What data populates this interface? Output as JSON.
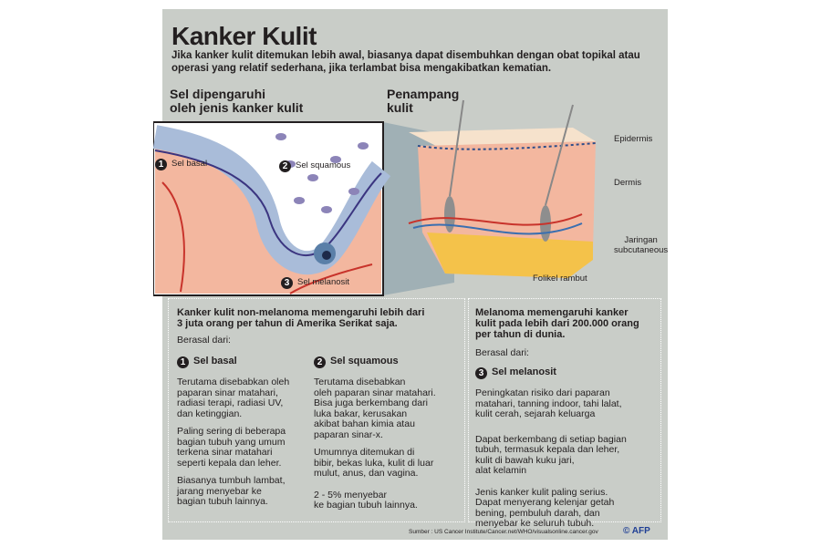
{
  "title": "Kanker Kulit",
  "subtitle": "Jika kanker kulit ditemukan lebih awal, biasanya dapat disembuhkan dengan obat topikal atau operasi yang relatif sederhana, jika terlambat bisa mengakibatkan kematian.",
  "cells_heading": [
    "Sel dipengaruhi",
    "oleh jenis kanker kulit"
  ],
  "skin_heading": [
    "Penampang",
    "kulit"
  ],
  "cell_labels": [
    {
      "num": "1",
      "label": "Sel basal"
    },
    {
      "num": "2",
      "label": "Sel squamous"
    },
    {
      "num": "3",
      "label": "Sel melanosit"
    }
  ],
  "skin_labels": {
    "epidermis": "Epidermis",
    "dermis": "Dermis",
    "subcutaneous": [
      "Jaringan",
      "subcutaneous"
    ],
    "follicle": "Folikel rambut"
  },
  "non_melanoma": {
    "heading": [
      "Kanker kulit non-melanoma memengaruhi lebih dari",
      "3 juta orang per tahun di Amerika Serikat saja."
    ],
    "origin": "Berasal dari:",
    "basal": {
      "num": "1",
      "title": "Sel basal",
      "paras": [
        [
          "Terutama disebabkan oleh",
          "paparan sinar matahari,",
          "radiasi terapi, radiasi UV,",
          "dan ketinggian."
        ],
        [
          "Paling sering di beberapa",
          "bagian tubuh yang umum",
          "terkena sinar matahari",
          "seperti kepala dan leher."
        ],
        [
          "Biasanya tumbuh lambat,",
          "jarang menyebar ke",
          "bagian tubuh lainnya."
        ]
      ]
    },
    "squamous": {
      "num": "2",
      "title": "Sel squamous",
      "paras": [
        [
          "Terutama disebabkan",
          "oleh paparan sinar matahari.",
          "Bisa juga berkembang dari",
          "luka bakar, kerusakan",
          "akibat bahan kimia atau",
          "paparan sinar-x."
        ],
        [
          "Umumnya ditemukan di",
          "bibir, bekas luka, kulit di luar",
          "mulut, anus, dan vagina."
        ],
        [
          "2 - 5% menyebar",
          "ke bagian tubuh lainnya."
        ]
      ]
    }
  },
  "melanoma": {
    "heading": [
      "Melanoma memengaruhi kanker",
      "kulit pada lebih dari 200.000 orang",
      "per tahun di dunia."
    ],
    "origin": "Berasal dari:",
    "num": "3",
    "title": "Sel melanosit",
    "paras": [
      [
        "Peningkatan risiko dari paparan",
        "matahari, tanning indoor, tahi lalat,",
        "kulit cerah, sejarah keluarga"
      ],
      [
        "Dapat berkembang di setiap bagian",
        "tubuh, termasuk kepala dan leher,",
        "kulit di bawah kuku jari,",
        "alat kelamin"
      ],
      [
        "Jenis kanker kulit paling serius.",
        "Dapat menyerang kelenjar getah",
        "bening, pembuluh darah, dan",
        "menyebar ke seluruh tubuh."
      ]
    ]
  },
  "source": "Sumber : US Cancer Institute/Cancer.net/WHO/visualsonline.cancer.gov",
  "credit": "© AFP",
  "colors": {
    "panel": "#c9cdc8",
    "skin": "#f2b49a",
    "epidermis": "#f6e2cc",
    "cell_purple": "#8c84b8",
    "fat": "#f4c24a"
  }
}
